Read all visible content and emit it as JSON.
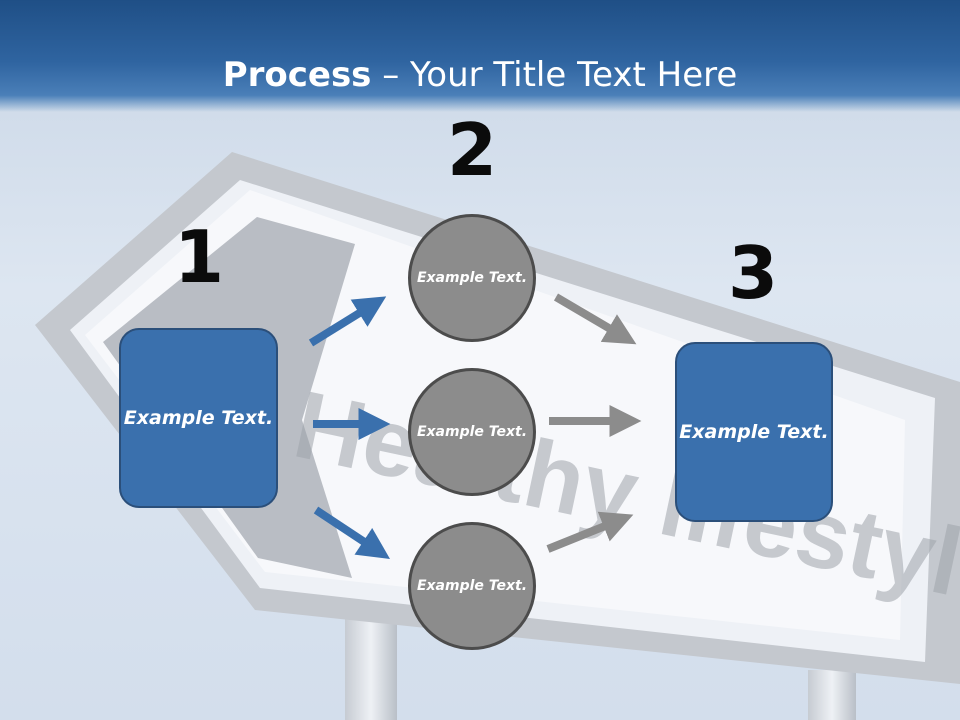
{
  "title": {
    "bold": "Process",
    "rest": " – Your Title Text Here"
  },
  "background": {
    "sign_text": "Healthy lifestyle"
  },
  "steps": {
    "n1": "1",
    "n2": "2",
    "n3": "3"
  },
  "left_box": {
    "text": "Example Text."
  },
  "right_box": {
    "text": "Example Text."
  },
  "circles": [
    {
      "text": "Example Text."
    },
    {
      "text": "Example Text."
    },
    {
      "text": "Example Text."
    }
  ],
  "colors": {
    "header": "#2f64a0",
    "box_fill": "#3a70ad",
    "circle_fill": "#8c8c8c",
    "blue_arrow": "#3a70ad",
    "gray_arrow": "#8c8c8c"
  }
}
